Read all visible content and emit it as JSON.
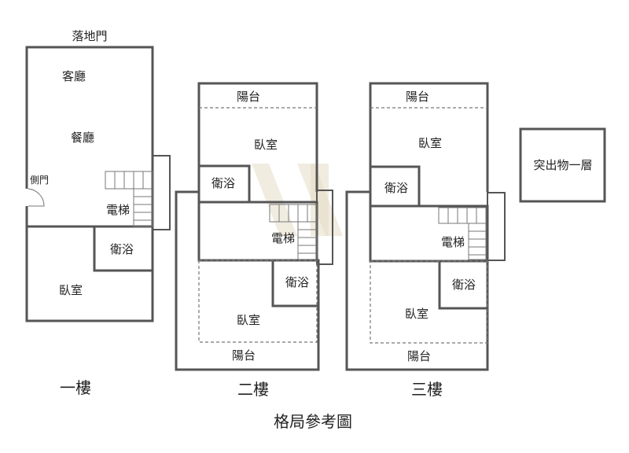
{
  "floor1": {
    "top_door": "落地門",
    "living": "客廳",
    "dining": "餐廳",
    "side_door": "側門",
    "elevator": "電梯",
    "bath": "衛浴",
    "bedroom": "臥室",
    "floor_label": "一樓"
  },
  "floor2": {
    "balcony_top": "陽台",
    "bedroom_top": "臥室",
    "bath_top": "衛浴",
    "elevator": "電梯",
    "bath_bottom": "衛浴",
    "bedroom_bottom": "臥室",
    "balcony_bottom": "陽台",
    "floor_label": "二樓"
  },
  "floor3": {
    "balcony_top": "陽台",
    "bedroom_top": "臥室",
    "bath_top": "衛浴",
    "elevator": "電梯",
    "bath_bottom": "衛浴",
    "bedroom_bottom": "臥室",
    "balcony_bottom": "陽台",
    "floor_label": "三樓"
  },
  "roof": {
    "label": "突出物一層"
  },
  "caption": "格局參考圖"
}
